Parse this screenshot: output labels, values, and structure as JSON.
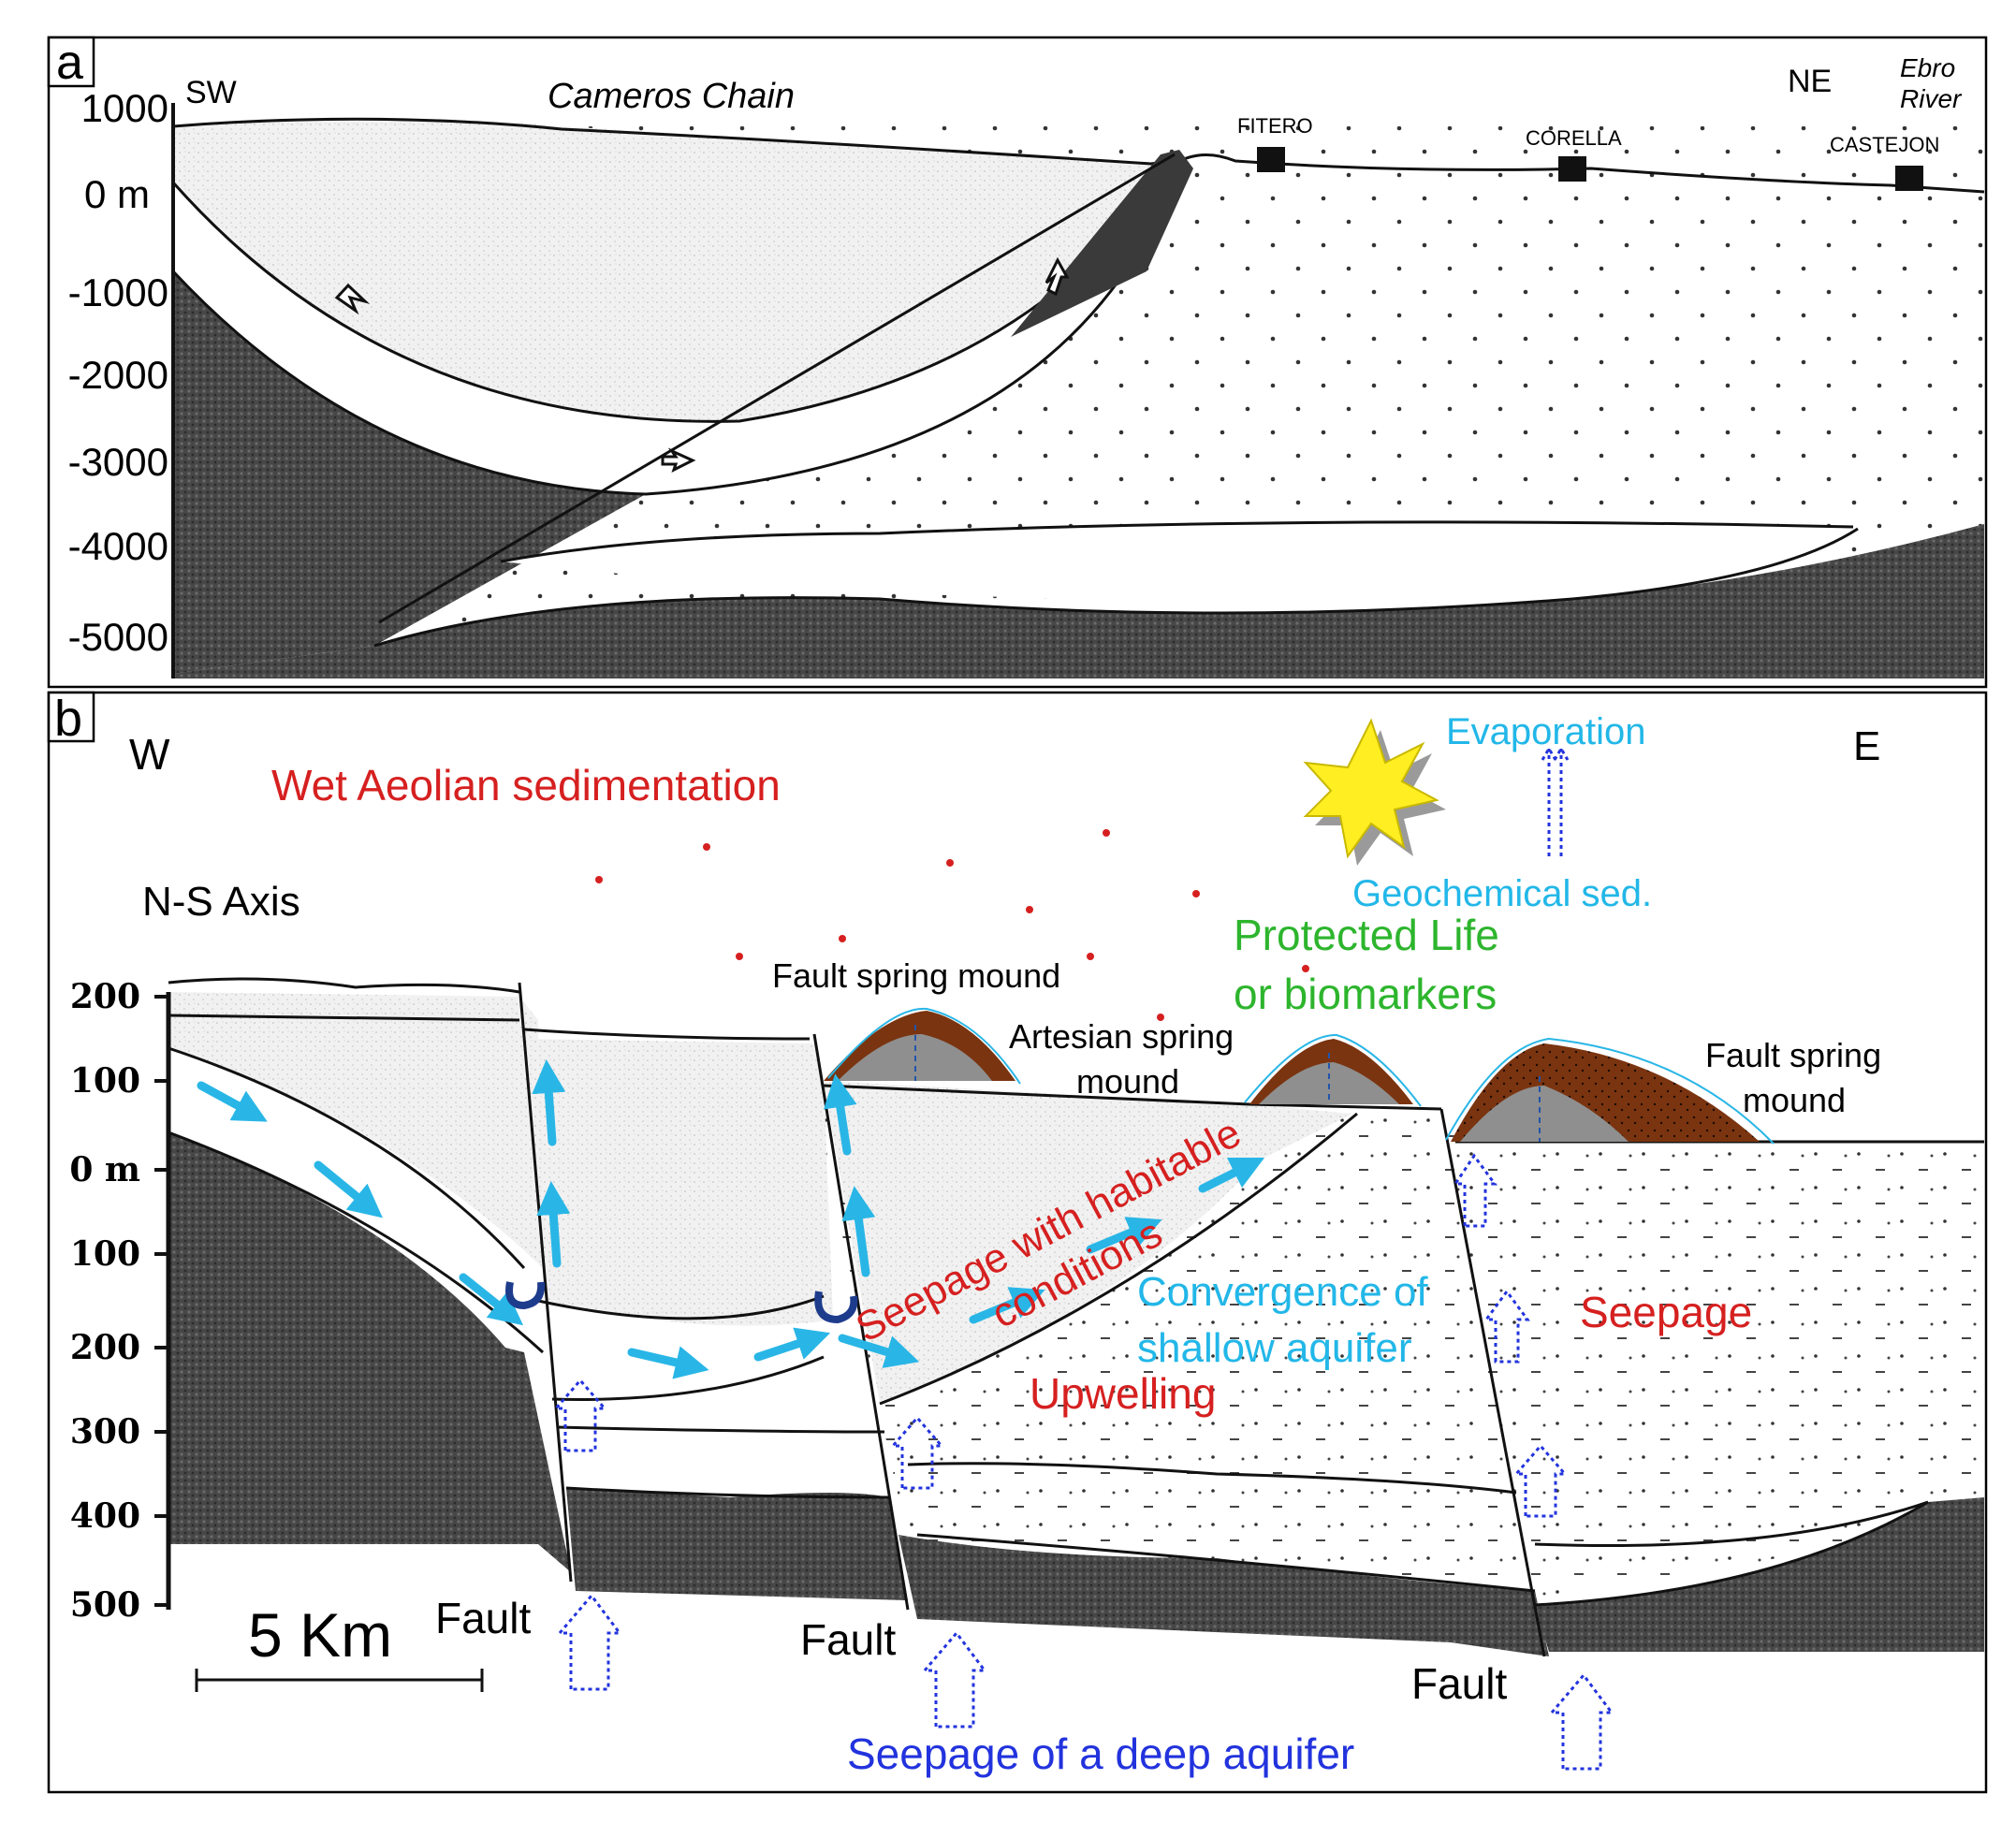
{
  "panel_a": {
    "label": "a",
    "direction_left": "SW",
    "direction_right": "NE",
    "region_label": "Cameros Chain",
    "river_label_line1": "Ebro",
    "river_label_line2": "River",
    "towns": [
      "FITERO",
      "CORELLA",
      "CASTEJON"
    ],
    "depth_ticks": [
      "1000",
      "0 m",
      "-1000",
      "-2000",
      "-3000",
      "-4000",
      "-5000"
    ]
  },
  "panel_b": {
    "label": "b",
    "direction_left": "W",
    "direction_right": "E",
    "axis_label": "N-S Axis",
    "depth_ticks": [
      "200",
      "100",
      "0 m",
      "100",
      "200",
      "300",
      "400",
      "500"
    ],
    "scale_bar": "5 Km",
    "labels": {
      "wet_aeolian": "Wet Aeolian sedimentation",
      "evaporation": "Evaporation",
      "geochemical": "Geochemical sed.",
      "protected_life_line1": "Protected Life",
      "protected_life_line2": "or biomarkers",
      "fault_spring_mound_1": "Fault spring mound",
      "artesian_line1": "Artesian spring",
      "artesian_line2": "mound",
      "fault_spring_2_line1": "Fault spring",
      "fault_spring_2_line2": "mound",
      "seepage_habitable_line1": "Seepage with habitable",
      "seepage_habitable_line2": "conditions",
      "convergence_line1": "Convergence of",
      "convergence_line2": "shallow aquifer",
      "seepage": "Seepage",
      "upwelling": "Upwelling",
      "fault_1": "Fault",
      "fault_2": "Fault",
      "fault_3": "Fault",
      "seepage_deep": "Seepage of a deep aquifer"
    }
  },
  "colors": {
    "red_text": "#d62020",
    "cyan_text": "#22b7e8",
    "green_text": "#2db52d",
    "blue_text": "#2233dd",
    "basement": "#4a4a4a",
    "mound_brown": "#7a3410",
    "sun": "#ffee22",
    "flow_arrow": "#29b6e6"
  }
}
